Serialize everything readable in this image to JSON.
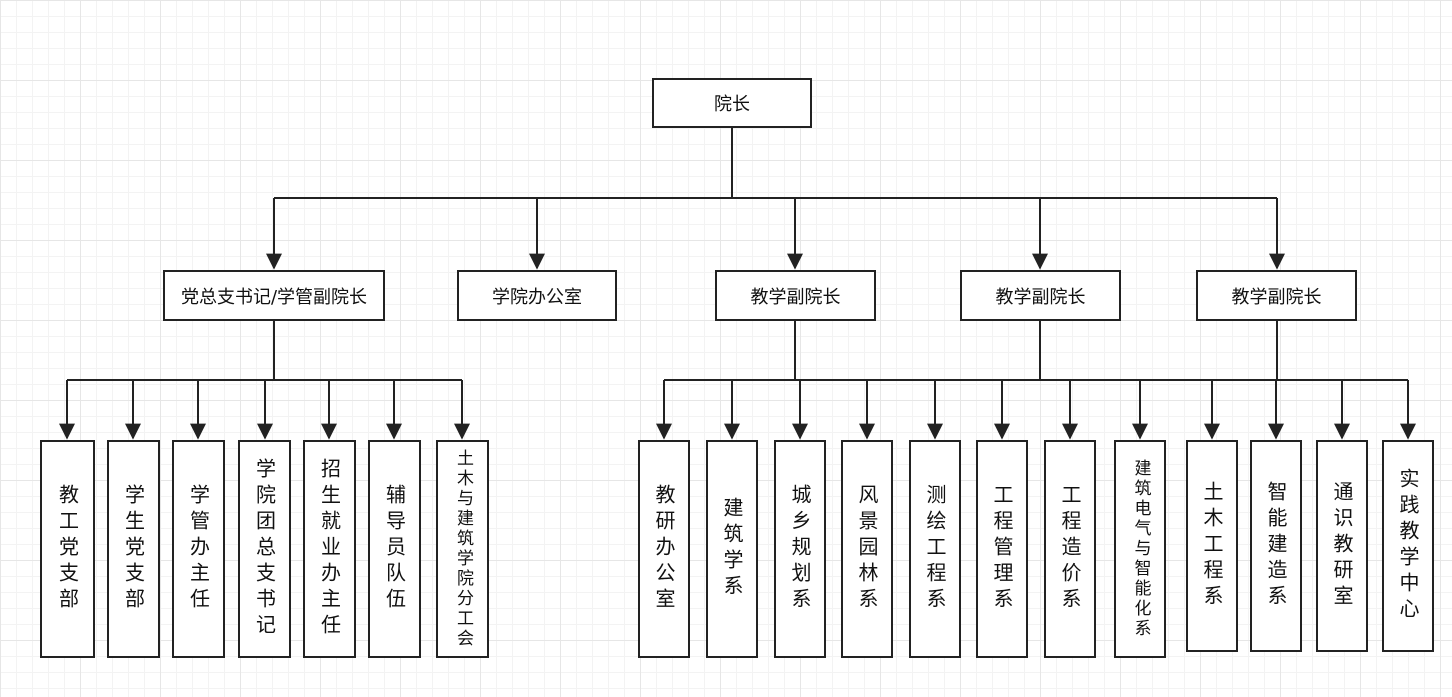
{
  "root": {
    "label": "院长"
  },
  "level2": [
    {
      "id": "party-secretary",
      "label": "党总支书记/学管副院长"
    },
    {
      "id": "college-office",
      "label": "学院办公室"
    },
    {
      "id": "vice-dean-1",
      "label": "教学副院长"
    },
    {
      "id": "vice-dean-2",
      "label": "教学副院长"
    },
    {
      "id": "vice-dean-3",
      "label": "教学副院长"
    }
  ],
  "level3": [
    {
      "label": "教工党支部"
    },
    {
      "label": "学生党支部"
    },
    {
      "label": "学管办主任"
    },
    {
      "label": "学院团总支书记"
    },
    {
      "label": "招生就业办主任"
    },
    {
      "label": "辅导员队伍"
    },
    {
      "label": "土木与建筑学院分工会"
    },
    {
      "label": "教研办公室"
    },
    {
      "label": "建筑学系"
    },
    {
      "label": "城乡规划系"
    },
    {
      "label": "风景园林系"
    },
    {
      "label": "测绘工程系"
    },
    {
      "label": "工程管理系"
    },
    {
      "label": "工程造价系"
    },
    {
      "label": "建筑电气与智能化系"
    },
    {
      "label": "土木工程系"
    },
    {
      "label": "智能建造系"
    },
    {
      "label": "通识教研室"
    },
    {
      "label": "实践教学中心"
    }
  ],
  "colors": {
    "stroke": "#222222",
    "box_fill": "#ffffff",
    "grid": "#e6e6e6"
  }
}
